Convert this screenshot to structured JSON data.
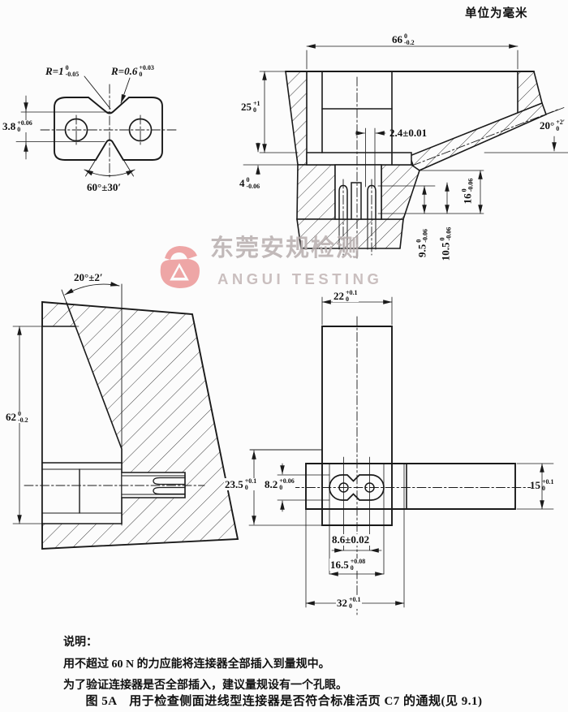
{
  "page": {
    "unit_note": "单位为毫米"
  },
  "watermark": {
    "company_zh": "东莞安规检测",
    "company_en": "ANGUI TESTING",
    "logo_color": "#eb9191",
    "text_color": "#b7aeae"
  },
  "front_view": {
    "radius_left": {
      "value": "R=1",
      "tol_up": "0",
      "tol_dn": "-0.05"
    },
    "radius_right": {
      "value": "R=0.6",
      "tol_up": "+0.03",
      "tol_dn": "0"
    },
    "notch_gap": {
      "value": "3.8",
      "tol_up": "+0.06",
      "tol_dn": "0"
    },
    "wedge_angle": {
      "value": "60°±30′"
    }
  },
  "section_view": {
    "width": {
      "value": "66",
      "tol_up": "0",
      "tol_dn": "-0.2"
    },
    "depth": {
      "value": "25",
      "tol_up": "+1",
      "tol_dn": "0"
    },
    "slot_width": {
      "value": "2.4±0.01"
    },
    "face_angle": {
      "value": "20°",
      "tol_up": "+2′",
      "tol_dn": "0"
    },
    "step": {
      "value": "4",
      "tol_up": "0",
      "tol_dn": "-0.06"
    },
    "pin_depth_16": {
      "value": "16",
      "tol_up": "0",
      "tol_dn": "-0.06"
    },
    "pin_depth_105": {
      "value": "10.5",
      "tol_up": "0",
      "tol_dn": "-0.06"
    },
    "pin_depth_95": {
      "value": "9.5",
      "tol_up": "0",
      "tol_dn": "-0.06"
    }
  },
  "side_view": {
    "face_angle": {
      "value": "20°±2′"
    },
    "height": {
      "value": "62",
      "tol_up": "0",
      "tol_dn": "-0.2"
    }
  },
  "bottom_view": {
    "tongue_width": {
      "value": "22",
      "tol_up": "+0.1",
      "tol_dn": "0"
    },
    "total_height": {
      "value": "23.5",
      "tol_up": "+0.1",
      "tol_dn": "0"
    },
    "slot_height": {
      "value": "8.2",
      "tol_up": "+0.06",
      "tol_dn": "0"
    },
    "bar_height": {
      "value": "15",
      "tol_up": "+0.1",
      "tol_dn": "0"
    },
    "pin_pitch": {
      "value": "8.6±0.02"
    },
    "slot_length": {
      "value": "16.5",
      "tol_up": "+0.08",
      "tol_dn": "0"
    },
    "base_width": {
      "value": "32",
      "tol_up": "+0.1",
      "tol_dn": "0"
    }
  },
  "notes": {
    "heading": "说明：",
    "lines": [
      "用不超过 60 N 的力应能将连接器全部插入到量规中。",
      "为了验证连接器是否全部插入，建议量规设有一个孔眼。"
    ]
  },
  "caption": "图 5A　用于检查侧面进线型连接器是否符合标准活页 C7 的通规(见 9.1)"
}
